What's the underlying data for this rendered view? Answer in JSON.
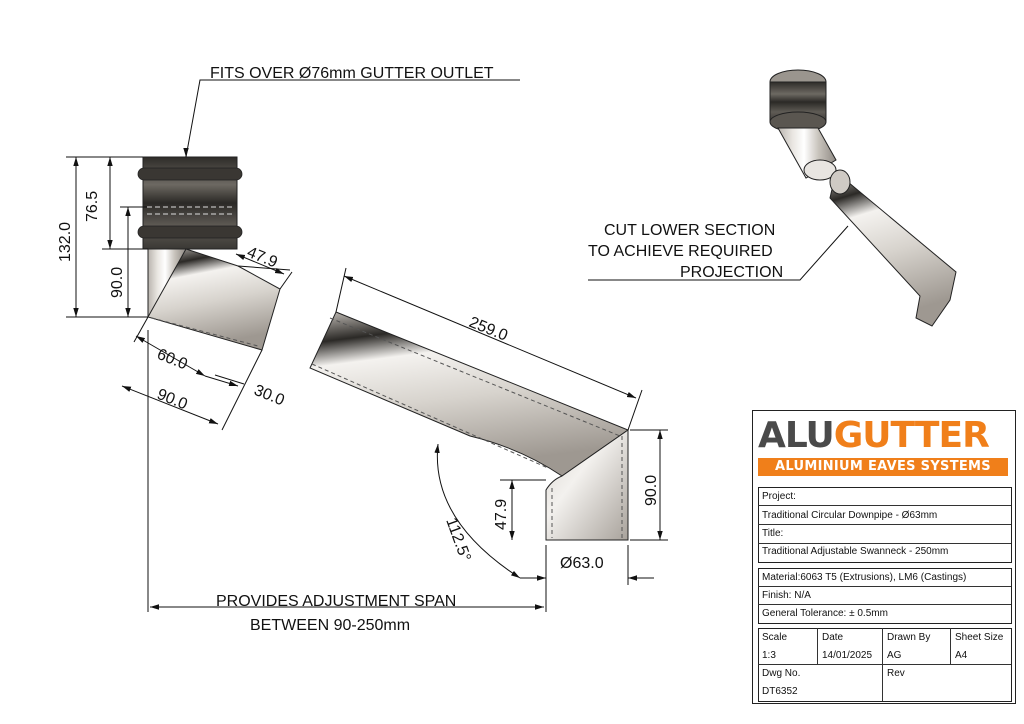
{
  "notes": {
    "fits_over": "FITS OVER Ø76mm GUTTER OUTLET",
    "cut_line1": "CUT LOWER SECTION",
    "cut_line2": "TO ACHIEVE REQUIRED",
    "cut_line3": "PROJECTION",
    "span_line1": "PROVIDES ADJUSTMENT SPAN",
    "span_line2": "BETWEEN 90-250mm"
  },
  "dimensions": {
    "d132": "132.0",
    "d76_5": "76.5",
    "d90_left": "90.0",
    "d47_9_top": "47.9",
    "d60": "60.0",
    "d90_bottom": "90.0",
    "d30": "30.0",
    "d259": "259.0",
    "d90_right": "90.0",
    "d47_9_right": "47.9",
    "angle": "112.5°",
    "dia63": "Ø63.0"
  },
  "logo": {
    "alu": "ALU",
    "gutter": "GUTTER",
    "tagline": "ALUMINIUM EAVES SYSTEMS",
    "color_alu": "#4a4a4a",
    "color_orange": "#f07f1a"
  },
  "title_block": {
    "project_label": "Project:",
    "project_value": "Traditional Circular Downpipe - Ø63mm",
    "title_label": "Title:",
    "title_value": "Traditional Adjustable Swanneck - 250mm",
    "material": "Material:6063 T5 (Extrusions), LM6 (Castings)",
    "finish": "Finish: N/A",
    "tolerance": "General Tolerance: ± 0.5mm",
    "scale_label": "Scale",
    "scale_value": "1:3",
    "date_label": "Date",
    "date_value": "14/01/2025",
    "drawn_label": "Drawn By",
    "drawn_value": "AG",
    "sheet_label": "Sheet Size",
    "sheet_value": "A4",
    "dwg_label": "Dwg No.",
    "dwg_value": "DT6352",
    "rev_label": "Rev"
  }
}
